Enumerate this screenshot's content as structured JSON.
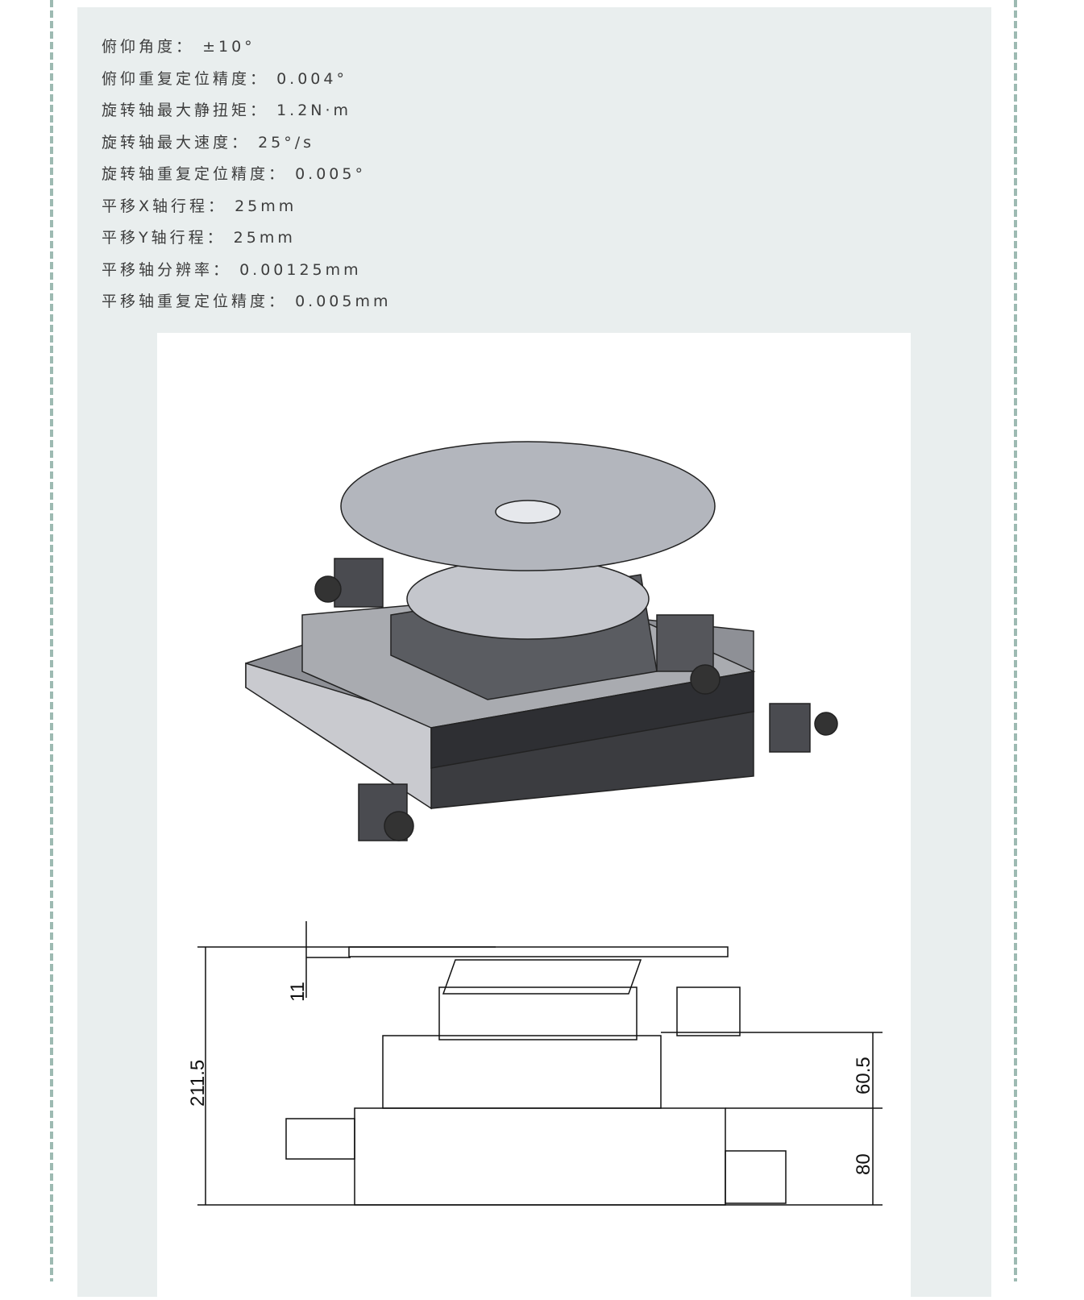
{
  "specs": [
    {
      "label": "俯仰角度",
      "value": "±10°"
    },
    {
      "label": "俯仰重复定位精度",
      "value": "0.004°"
    },
    {
      "label": "旋转轴最大静扭矩",
      "value": "1.2N·m"
    },
    {
      "label": "旋转轴最大速度",
      "value": "25°/s"
    },
    {
      "label": "旋转轴重复定位精度",
      "value": "0.005°"
    },
    {
      "label": "平移X轴行程",
      "value": "25mm"
    },
    {
      "label": "平移Y轴行程",
      "value": "25mm"
    },
    {
      "label": "平移轴分辨率",
      "value": "0.00125mm"
    },
    {
      "label": "平移轴重复定位精度",
      "value": "0.005mm"
    }
  ],
  "drawing": {
    "dimensions": {
      "top_plate": "11",
      "total_height": "211.5",
      "middle": "60.5",
      "base": "80"
    }
  },
  "colors": {
    "panel": "#e9eeee",
    "rail": "#9dbab2",
    "text": "#3d3d3d"
  }
}
